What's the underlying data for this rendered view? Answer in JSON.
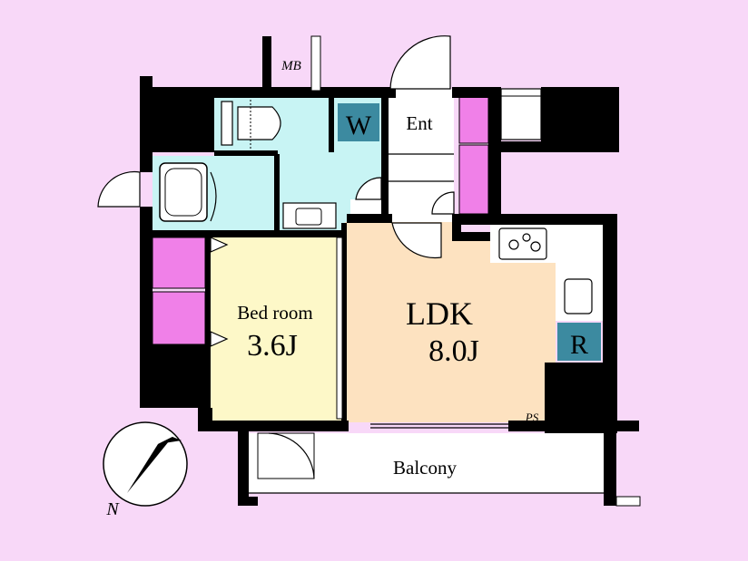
{
  "rooms": {
    "bedroom": {
      "name": "Bed room",
      "size": "3.6J"
    },
    "ldk": {
      "name": "LDK",
      "size": "8.0J"
    },
    "entrance": {
      "name": "Ent"
    },
    "balcony": {
      "name": "Balcony"
    }
  },
  "markers": {
    "washer": "W",
    "refrigerator": "R",
    "meter_box": "MB",
    "pipe_space": "PS"
  },
  "compass": {
    "label": "N"
  },
  "colors": {
    "background": "#f8d8f8",
    "wall": "#000000",
    "ldk_floor": "#fde2c0",
    "bedroom_floor": "#fdf8c8",
    "wet_area": "#c8f4f4",
    "closet": "#f080e8",
    "appliance_marker": "#3c8aa0",
    "plain_floor": "#ffffff"
  }
}
